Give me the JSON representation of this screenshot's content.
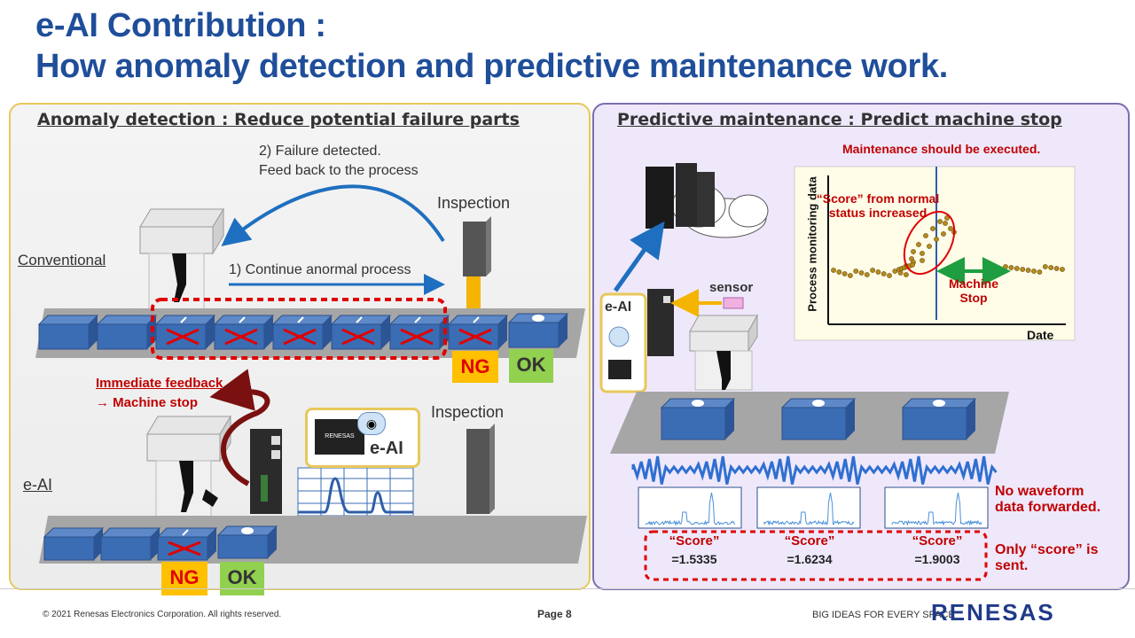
{
  "title": {
    "line1": "e-AI Contribution :",
    "line2": "How anomaly detection and predictive maintenance work."
  },
  "left_panel": {
    "heading": "Anomaly detection : Reduce potential failure parts",
    "failure_line1": "2) Failure detected.",
    "failure_line2": "Feed back to the process",
    "inspection_top": "Inspection",
    "conventional_label": "Conventional",
    "continue_label": "1) Continue anormal process",
    "ng_label": "NG",
    "ok_label": "OK",
    "immediate_line1": "Immediate feedback",
    "immediate_line2": "→ Machine stop",
    "inspection_bottom": "Inspection",
    "eai_label": "e-AI",
    "eai_badge": "e-AI",
    "chip_brand": "RENESAS"
  },
  "right_panel": {
    "heading": "Predictive maintenance : Predict machine stop",
    "maintenance_note": "Maintenance should be executed.",
    "score_note_line1": "“Score” from normal",
    "score_note_line2": "status increased",
    "y_axis_label": "Process monitoring data",
    "x_axis_label": "Date",
    "machine_stop_line1": "Machine",
    "machine_stop_line2": "Stop",
    "sensor_label": "sensor",
    "eai_label": "e-AI",
    "no_waveform_line1": "No waveform",
    "no_waveform_line2": "data forwarded.",
    "only_score_line1": "Only “score” is",
    "only_score_line2": "sent.",
    "scores": [
      {
        "label": "“Score”",
        "value": "=1.5335"
      },
      {
        "label": "“Score”",
        "value": "=1.6234"
      },
      {
        "label": "“Score”",
        "value": "=1.9003"
      }
    ]
  },
  "footer": {
    "copyright": "© 2021 Renesas Electronics Corporation. All rights reserved.",
    "page": "Page 8",
    "tagline": "BIG IDEAS FOR EVERY SPACE",
    "logo": "RENESAS"
  },
  "colors": {
    "title_blue": "#1f4e9a",
    "arrow_blue": "#1f6fc0",
    "alert_red": "#c00000",
    "ng_bg": "#ffc000",
    "ok_bg": "#92d050",
    "box_blue": "#3b6db5"
  }
}
